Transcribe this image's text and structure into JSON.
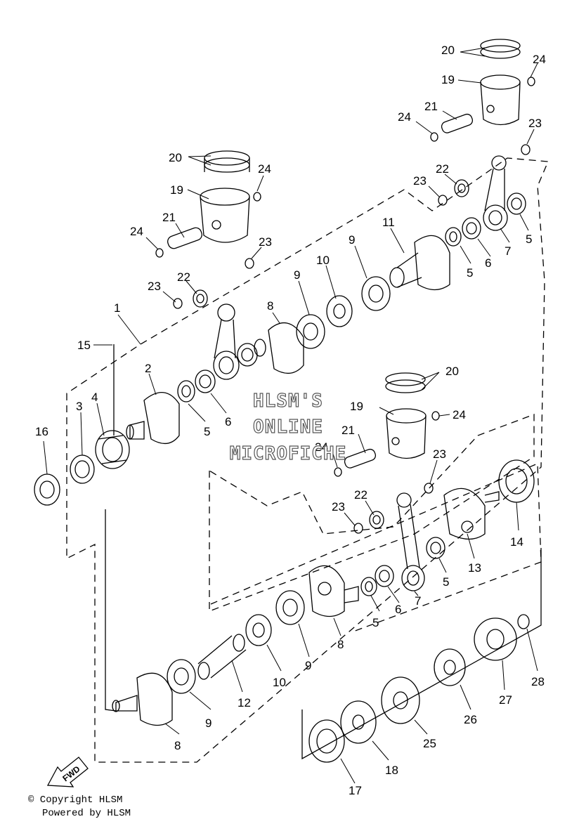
{
  "watermark": {
    "line1": "HLSM'S",
    "line2": "ONLINE",
    "line3": "MICROFICHE"
  },
  "fwd_label": "FWD",
  "footer": {
    "copyright": "© Copyright HLSM",
    "powered": "Powered by HLSM"
  },
  "callouts": {
    "c1": "1",
    "c2": "2",
    "c3": "3",
    "c4": "4",
    "c5": "5",
    "c6": "6",
    "c7": "7",
    "c8": "8",
    "c9": "9",
    "c10": "10",
    "c11": "11",
    "c12": "12",
    "c13": "13",
    "c14": "14",
    "c15": "15",
    "c16": "16",
    "c17": "17",
    "c18": "18",
    "c19": "19",
    "c20": "20",
    "c21": "21",
    "c22": "22",
    "c23": "23",
    "c24": "24",
    "c25": "25",
    "c26": "26",
    "c27": "27",
    "c28": "28"
  }
}
